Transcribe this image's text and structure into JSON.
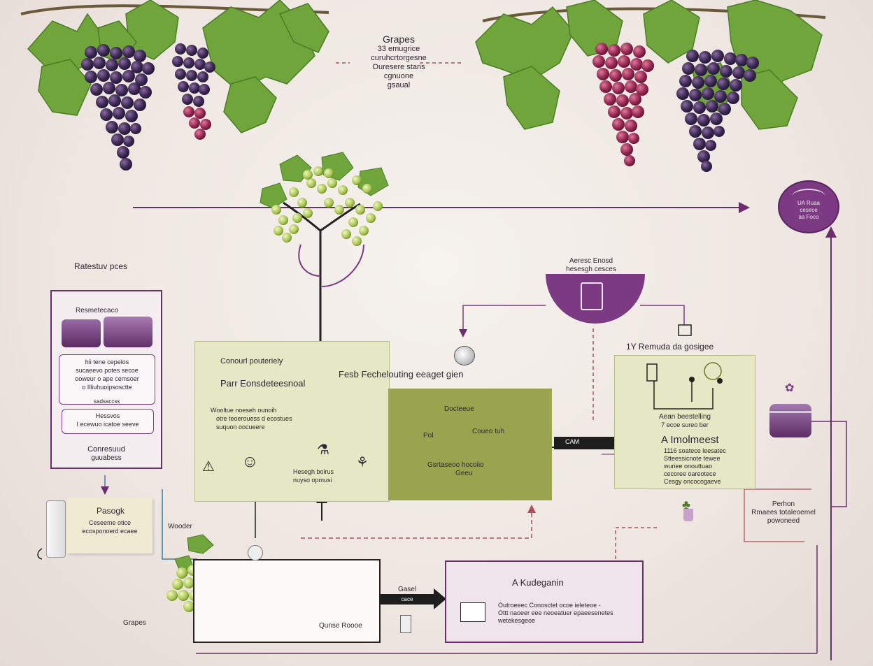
{
  "top_caption": {
    "title": "Grapes",
    "lines": [
      "33 emugrice",
      "curuhcrtorgesne",
      "Ouresere stans",
      "cgnuone",
      "gsaual"
    ]
  },
  "circle_badge": [
    "UA Ruaa",
    "cesece",
    "aa Foco"
  ],
  "left_panel": {
    "heading": "Ratestuv pces",
    "inner_title": "Resmetecaco",
    "notes1": [
      "hii tene cepelos",
      "sucaeevo potes secoe",
      "ooweur o ape cemsoer",
      "o Illiuhuoipsosctte"
    ],
    "small_label": "sadsaccss",
    "notes2": [
      "Hessvos",
      "I ecewuo icatoe seeve"
    ],
    "footer": [
      "Conresuud",
      "guuabess"
    ]
  },
  "green_panel": {
    "label1": "Conourl pouteriely",
    "label2": "Parr Eonsdeteesnoal",
    "notes": [
      "Wooltue noeseh ounoih",
      "otre teoerouess d ecostues",
      "suquon oocueere"
    ],
    "icon_label": [
      "Hesegh bolrus",
      "nuyso opmusi"
    ]
  },
  "center_label": "Fesb Fechelouting eeaget gien",
  "olive_panel": {
    "top": "Docteeue",
    "left": "Pol",
    "right": "Coueo tuh",
    "bottom": "Gsrtaseoo hocoiio",
    "sub": "Geeu"
  },
  "cup_label": [
    "Aeresc Enosd",
    "hesesgh cesces"
  ],
  "connector_label": "CAM",
  "right_panel": {
    "header": "1Y Remuda da gosigee",
    "caption": [
      "Aean beestelling",
      "7 ecoe sureo ber"
    ],
    "title": "A Imolmeest",
    "notes": [
      "1116 soatece leesatec",
      "Stteessicnote tewee",
      "wuriee onouttuao",
      "cecoree oareotece",
      "Cesgy oncocogaeve"
    ]
  },
  "right_side_label": [
    "Perhon",
    "Rmaees totaleoemel",
    "powoneed"
  ],
  "pasogk": {
    "title": "Pasogk",
    "lines": [
      "Ceseeme otice",
      "ecosponoerd ecaee"
    ]
  },
  "wooder_label": "Wooder",
  "grapes_label": "Grapes",
  "crop_label": "Qunse Roooe",
  "arrow_label": [
    "Gasel",
    "cace"
  ],
  "bottom_panel": {
    "title": "A Kudeganin",
    "lines": [
      "Outroeeec Conosctet ocoe ieleteoe -",
      "Ottt naoeer eee neoeatuer epaeesenetes",
      "wetekesgeoe"
    ]
  },
  "colors": {
    "purple": "#6b2d6e",
    "plum": "#7c3a82",
    "green_panel": "#e6e7c4",
    "olive": "#9aa44f",
    "dashed_red": "#b0505c",
    "blue_line": "#3a7fa5"
  }
}
